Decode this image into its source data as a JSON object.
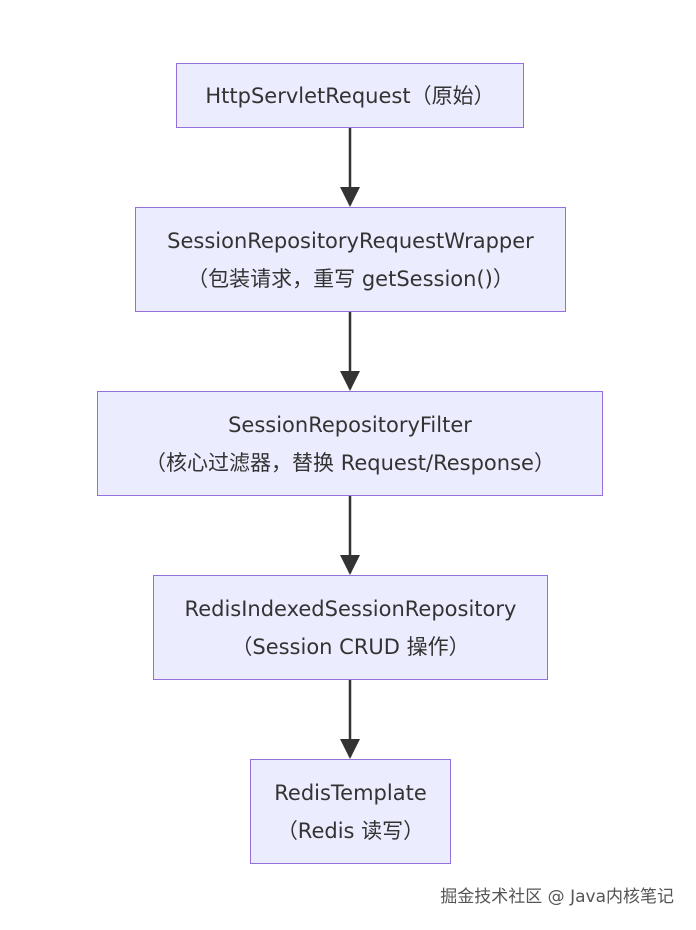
{
  "nodes": [
    {
      "id": "n1",
      "lines": [
        "HttpServletRequest（原始）"
      ]
    },
    {
      "id": "n2",
      "lines": [
        "SessionRepositoryRequestWrapper",
        "（包装请求，重写 getSession()）"
      ]
    },
    {
      "id": "n3",
      "lines": [
        "SessionRepositoryFilter",
        "（核心过滤器，替换 Request/Response）"
      ]
    },
    {
      "id": "n4",
      "lines": [
        "RedisIndexedSessionRepository",
        "（Session CRUD 操作）"
      ]
    },
    {
      "id": "n5",
      "lines": [
        "RedisTemplate",
        "（Redis 读写）"
      ]
    }
  ],
  "edges": [
    {
      "from": "n1",
      "to": "n2"
    },
    {
      "from": "n2",
      "to": "n3"
    },
    {
      "from": "n3",
      "to": "n4"
    },
    {
      "from": "n4",
      "to": "n5"
    }
  ],
  "colors": {
    "node_fill": "#ececff",
    "node_border": "#9370db",
    "text": "#333333",
    "edge": "#333333"
  },
  "watermark": "掘金技术社区 @ Java内核笔记"
}
